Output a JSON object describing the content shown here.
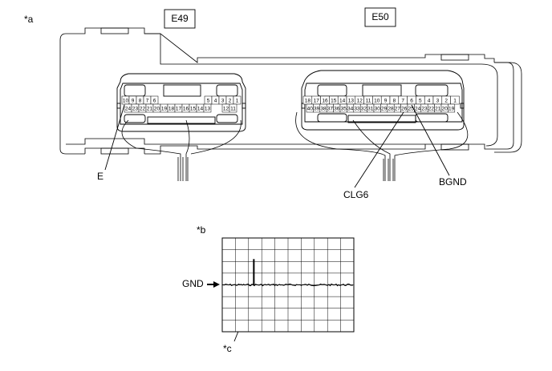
{
  "labels": {
    "a": "*a",
    "b": "*b",
    "c": "*c",
    "connector_e49": "E49",
    "connector_e50": "E50",
    "terminal_e": "E",
    "terminal_clg6": "CLG6",
    "terminal_bgnd": "BGND",
    "gnd": "GND"
  },
  "e49_pins": {
    "top_left": [
      "10",
      "9",
      "8",
      "7",
      "6"
    ],
    "top_right": [
      "5",
      "4",
      "3",
      "2",
      "1"
    ],
    "bottom_left": [
      "24",
      "23",
      "22",
      "21",
      "20",
      "19",
      "18",
      "17",
      "16",
      "15",
      "14",
      "13"
    ],
    "bottom_right": [
      "12",
      "11"
    ]
  },
  "e50_pins": {
    "top": [
      "18",
      "17",
      "16",
      "15",
      "14",
      "13",
      "12",
      "11",
      "10",
      "9",
      "8",
      "7",
      "6",
      "5",
      "4",
      "3",
      "2",
      "1"
    ],
    "bottom": [
      "40",
      "39",
      "38",
      "37",
      "36",
      "35",
      "34",
      "33",
      "32",
      "31",
      "30",
      "29",
      "28",
      "27",
      "26",
      "25",
      "24",
      "23",
      "22",
      "21",
      "20",
      "19"
    ]
  },
  "oscilloscope": {
    "grid_columns": 10,
    "grid_rows": 8,
    "ground_row": 4,
    "pulse_at_division": 2.4,
    "pulse_height_divisions": 2.2
  }
}
